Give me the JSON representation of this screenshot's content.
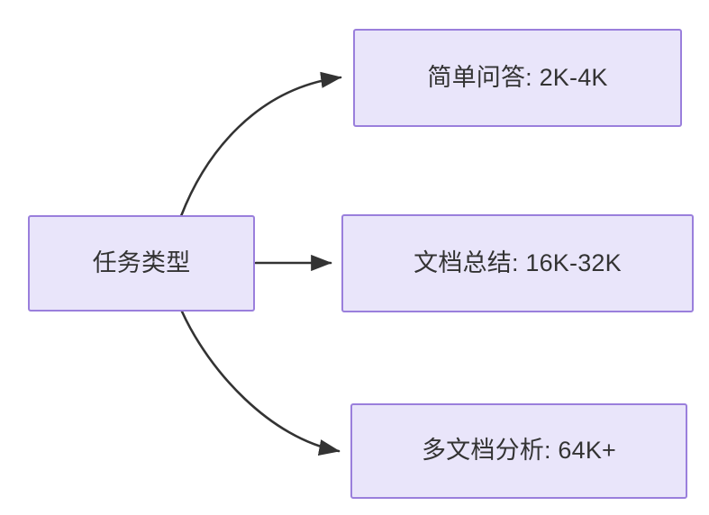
{
  "diagram": {
    "type": "flowchart",
    "direction": "left-to-right",
    "background_color": "#ffffff",
    "node_fill_color": "#e9e5fa",
    "node_border_color": "#9a7fdc",
    "node_text_color": "#333333",
    "edge_color": "#333333",
    "source": {
      "id": "task-type",
      "label": "任务类型"
    },
    "targets": [
      {
        "id": "simple-qa",
        "label": "简单问答: 2K-4K",
        "task": "简单问答",
        "range": "2K-4K"
      },
      {
        "id": "doc-summary",
        "label": "文档总结: 16K-32K",
        "task": "文档总结",
        "range": "16K-32K"
      },
      {
        "id": "multi-doc",
        "label": "多文档分析: 64K+",
        "task": "多文档分析",
        "range": "64K+"
      }
    ],
    "edges": [
      {
        "id": "edge-to-simple-qa",
        "from": "task-type",
        "to": "simple-qa",
        "label": "",
        "style": "curved-arrow"
      },
      {
        "id": "edge-to-doc-summary",
        "from": "task-type",
        "to": "doc-summary",
        "label": "",
        "style": "straight-arrow"
      },
      {
        "id": "edge-to-multi-doc",
        "from": "task-type",
        "to": "multi-doc",
        "label": "",
        "style": "curved-arrow"
      }
    ]
  }
}
